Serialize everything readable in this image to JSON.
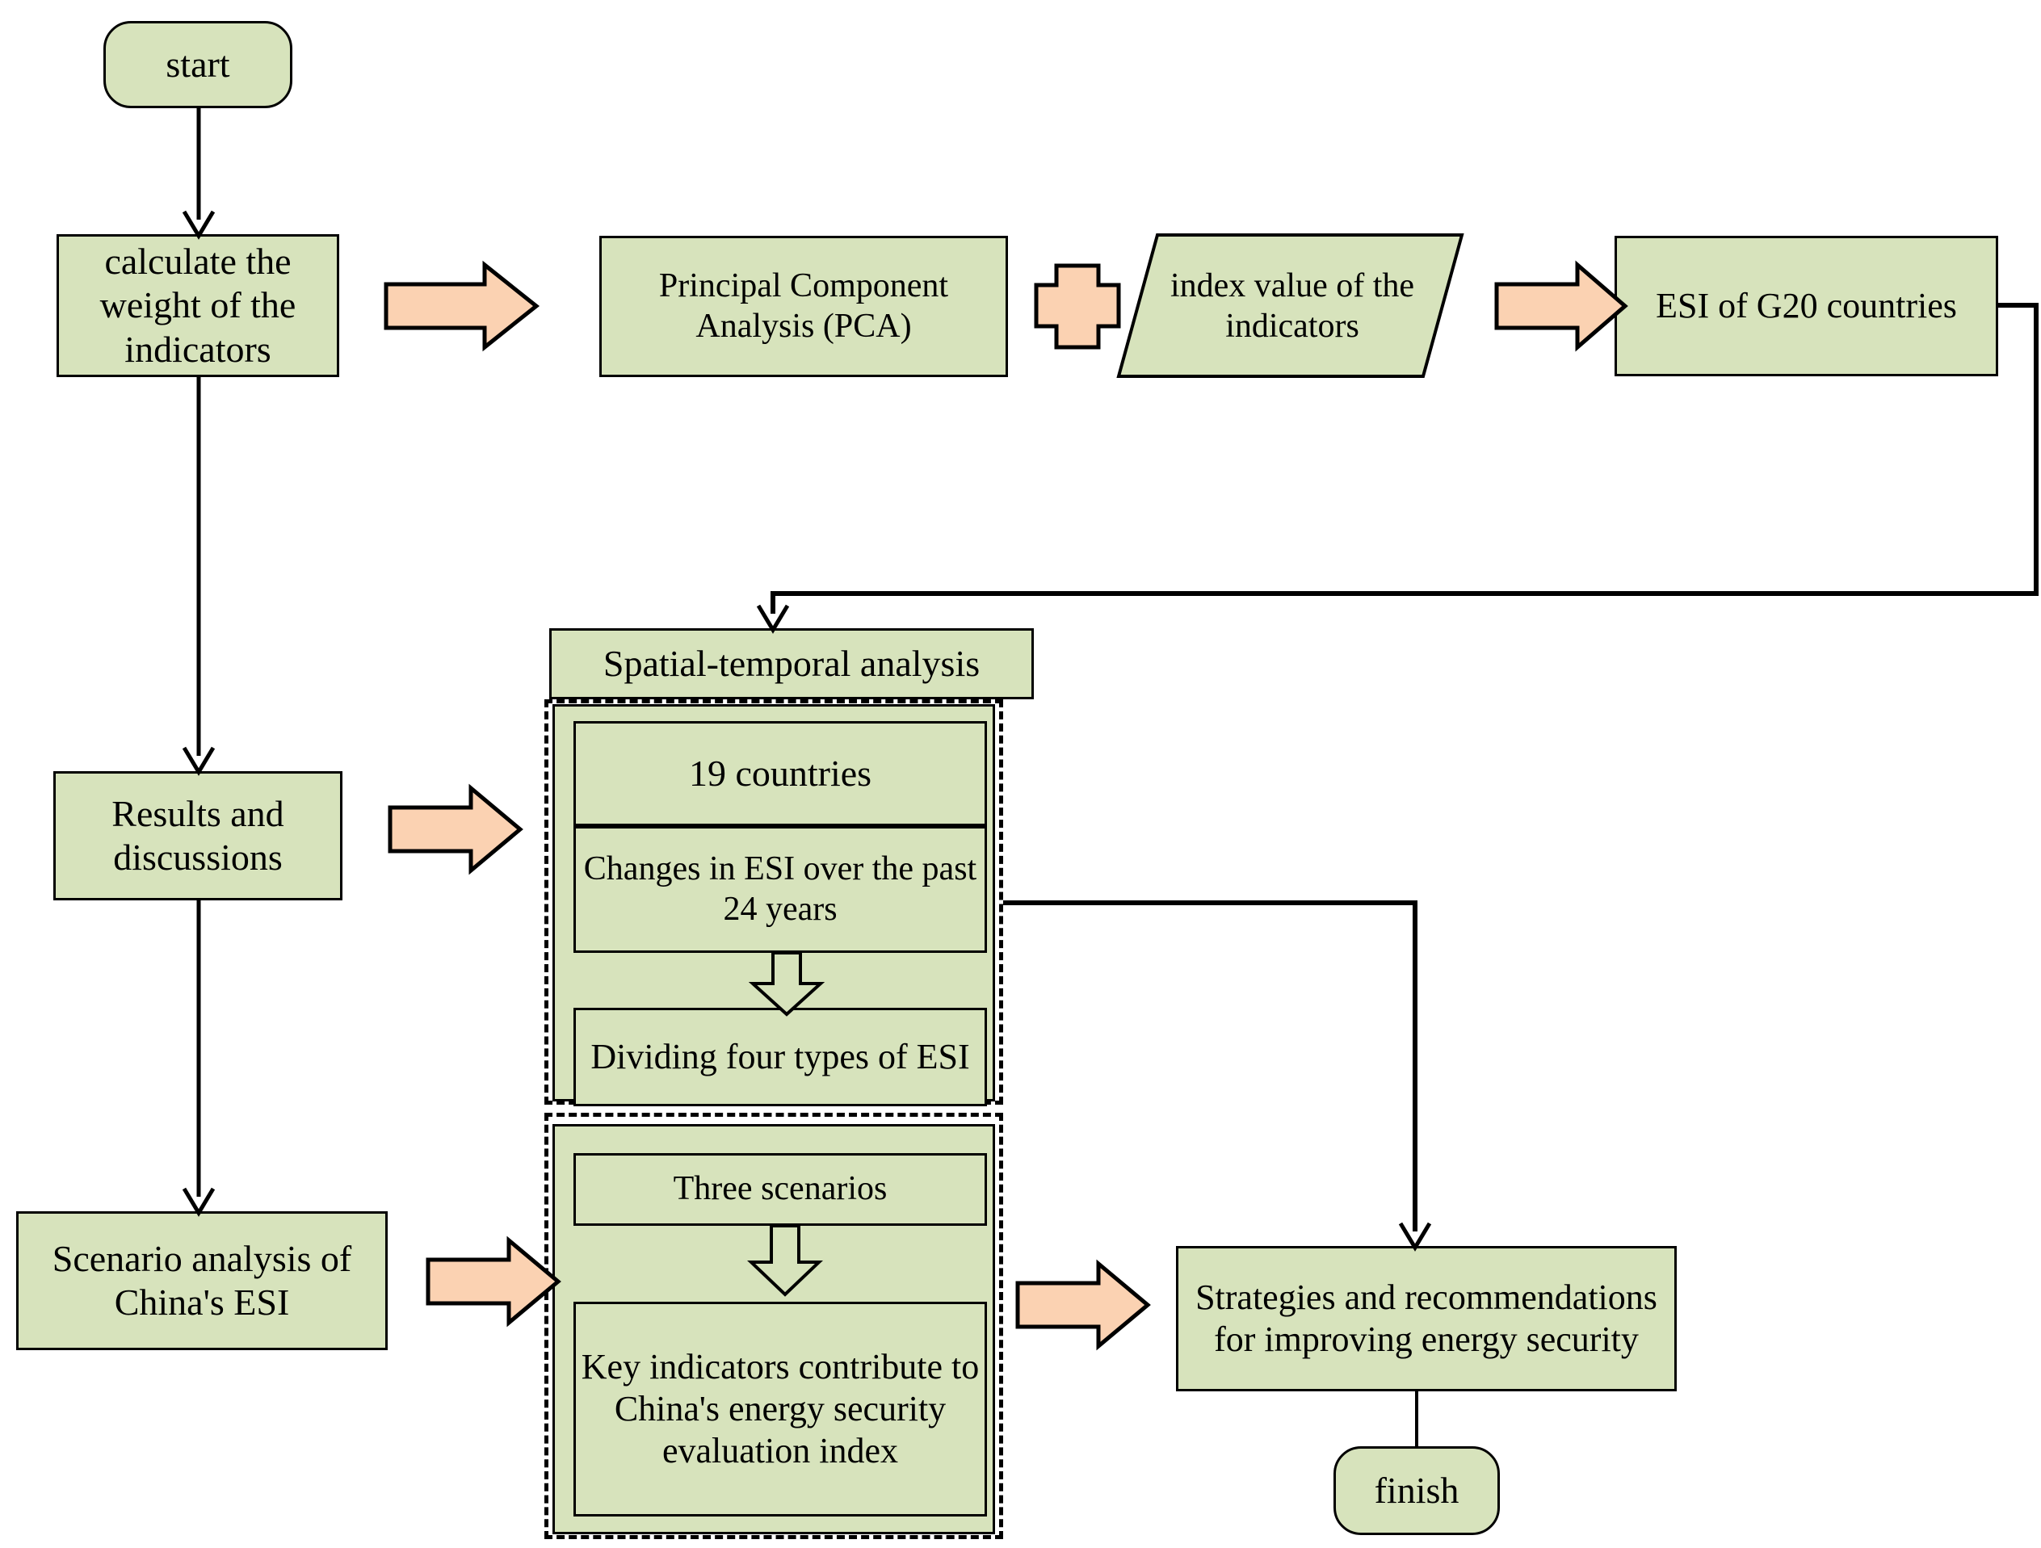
{
  "diagram": {
    "title": "Research framework flowchart for energy security index (ESI) analysis",
    "colors": {
      "node_fill": "#D7E3BC",
      "arrow_fill": "#FBD2B2",
      "stroke": "#000000",
      "background": "#FFFFFF"
    },
    "nodes": {
      "start": "start",
      "calculate_weight": "calculate the weight of the indicators",
      "pca": "Principal Component Analysis (PCA)",
      "index_value": "index value of  the indicators",
      "esi_g20": "ESI of G20 countries",
      "results_discussions": "Results and discussions",
      "scenario_analysis": "Scenario analysis of China's ESI",
      "spatial_temporal": "Spatial-temporal analysis",
      "countries_19": "19 countries",
      "changes_esi": "Changes in ESI over the past 24 years",
      "dividing_four": "Dividing  four types of ESI",
      "three_scenarios": "Three scenarios",
      "key_indicators": "Key indicators contribute to China's energy security evaluation index",
      "strategies": "Strategies and recommendations for improving energy security",
      "finish": "finish"
    },
    "connector_icons": {
      "plus": "plus-sign",
      "block_arrow": "block-arrow-right",
      "hollow_arrow": "hollow-arrow-down",
      "line_arrow": "line-arrow"
    }
  }
}
